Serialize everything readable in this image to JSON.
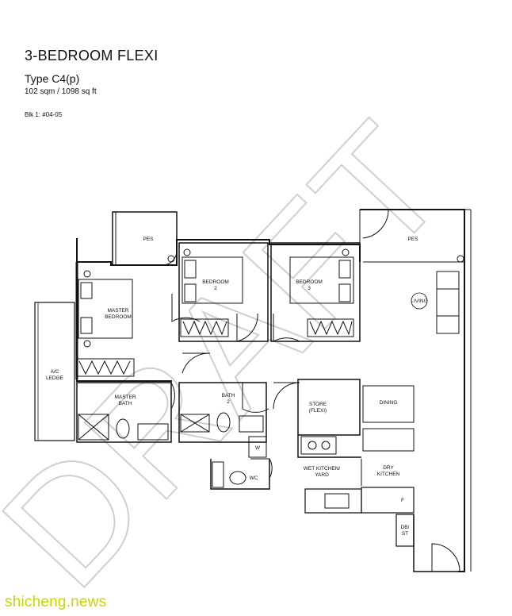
{
  "header": {
    "title": "3-BEDROOM FLEXI",
    "type": "Type C4(p)",
    "area": "102 sqm / 1098 sq ft",
    "unit": "Blk 1: #04-05"
  },
  "rooms": {
    "pes_left": "PES",
    "pes_right": "PES",
    "bedroom2_a": "BEDROOM",
    "bedroom2_b": "2",
    "bedroom3_a": "BEDROOM",
    "bedroom3_b": "3",
    "master_a": "MASTER",
    "master_b": "BEDROOM",
    "living": "LIVING",
    "ac_a": "A/C",
    "ac_b": "LEDGE",
    "mbath_a": "MASTER",
    "mbath_b": "BATH",
    "bath2_a": "BATH",
    "bath2_b": "2",
    "store_a": "STORE",
    "store_b": "(FLEXI)",
    "dining": "DINING",
    "w": "W",
    "wc": "WC",
    "wet_a": "WET KITCHEN/",
    "wet_b": "YARD",
    "dry_a": "DRY",
    "dry_b": "KITCHEN",
    "f": "F",
    "dbst_a": "DB/",
    "dbst_b": "ST"
  },
  "watermark": {
    "draft": "DRAFT",
    "site": "shicheng.news"
  },
  "colors": {
    "watermark_site": "#c8d400",
    "draft_outline": "#cfcfcf"
  }
}
